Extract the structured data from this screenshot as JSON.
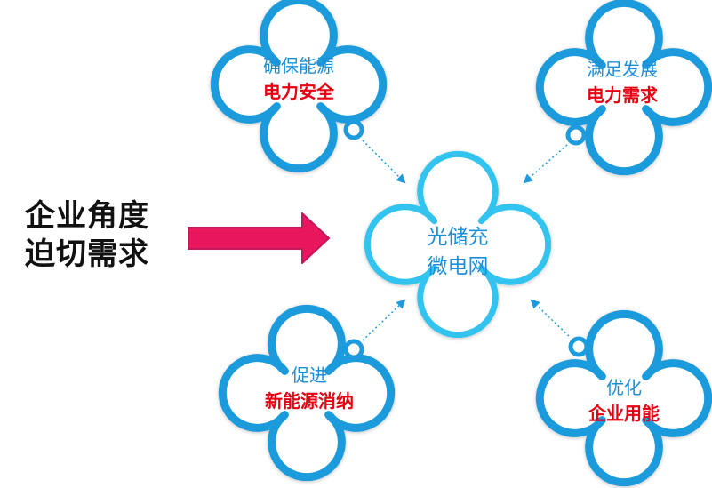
{
  "left_label": {
    "line1": "企业角度",
    "line2": "迫切需求"
  },
  "center": {
    "line1": "光储充",
    "line2": "微电网"
  },
  "nodes": {
    "top_left": {
      "line1": "确保能源",
      "line2": "电力安全"
    },
    "top_right": {
      "line1": "满足发展",
      "line2": "电力需求"
    },
    "bottom_left": {
      "line1": "促进",
      "line2": "新能源消纳"
    },
    "bottom_right": {
      "line1": "优化",
      "line2": "企业用能"
    }
  },
  "colors": {
    "blue_outline": "#1d9bdc",
    "center_outline": "#33c3ee",
    "accent_blue": "#1c8fd6",
    "accent_red": "#e60012",
    "arrow_fill": "#e8175d",
    "arrow_border": "#c2185b"
  }
}
